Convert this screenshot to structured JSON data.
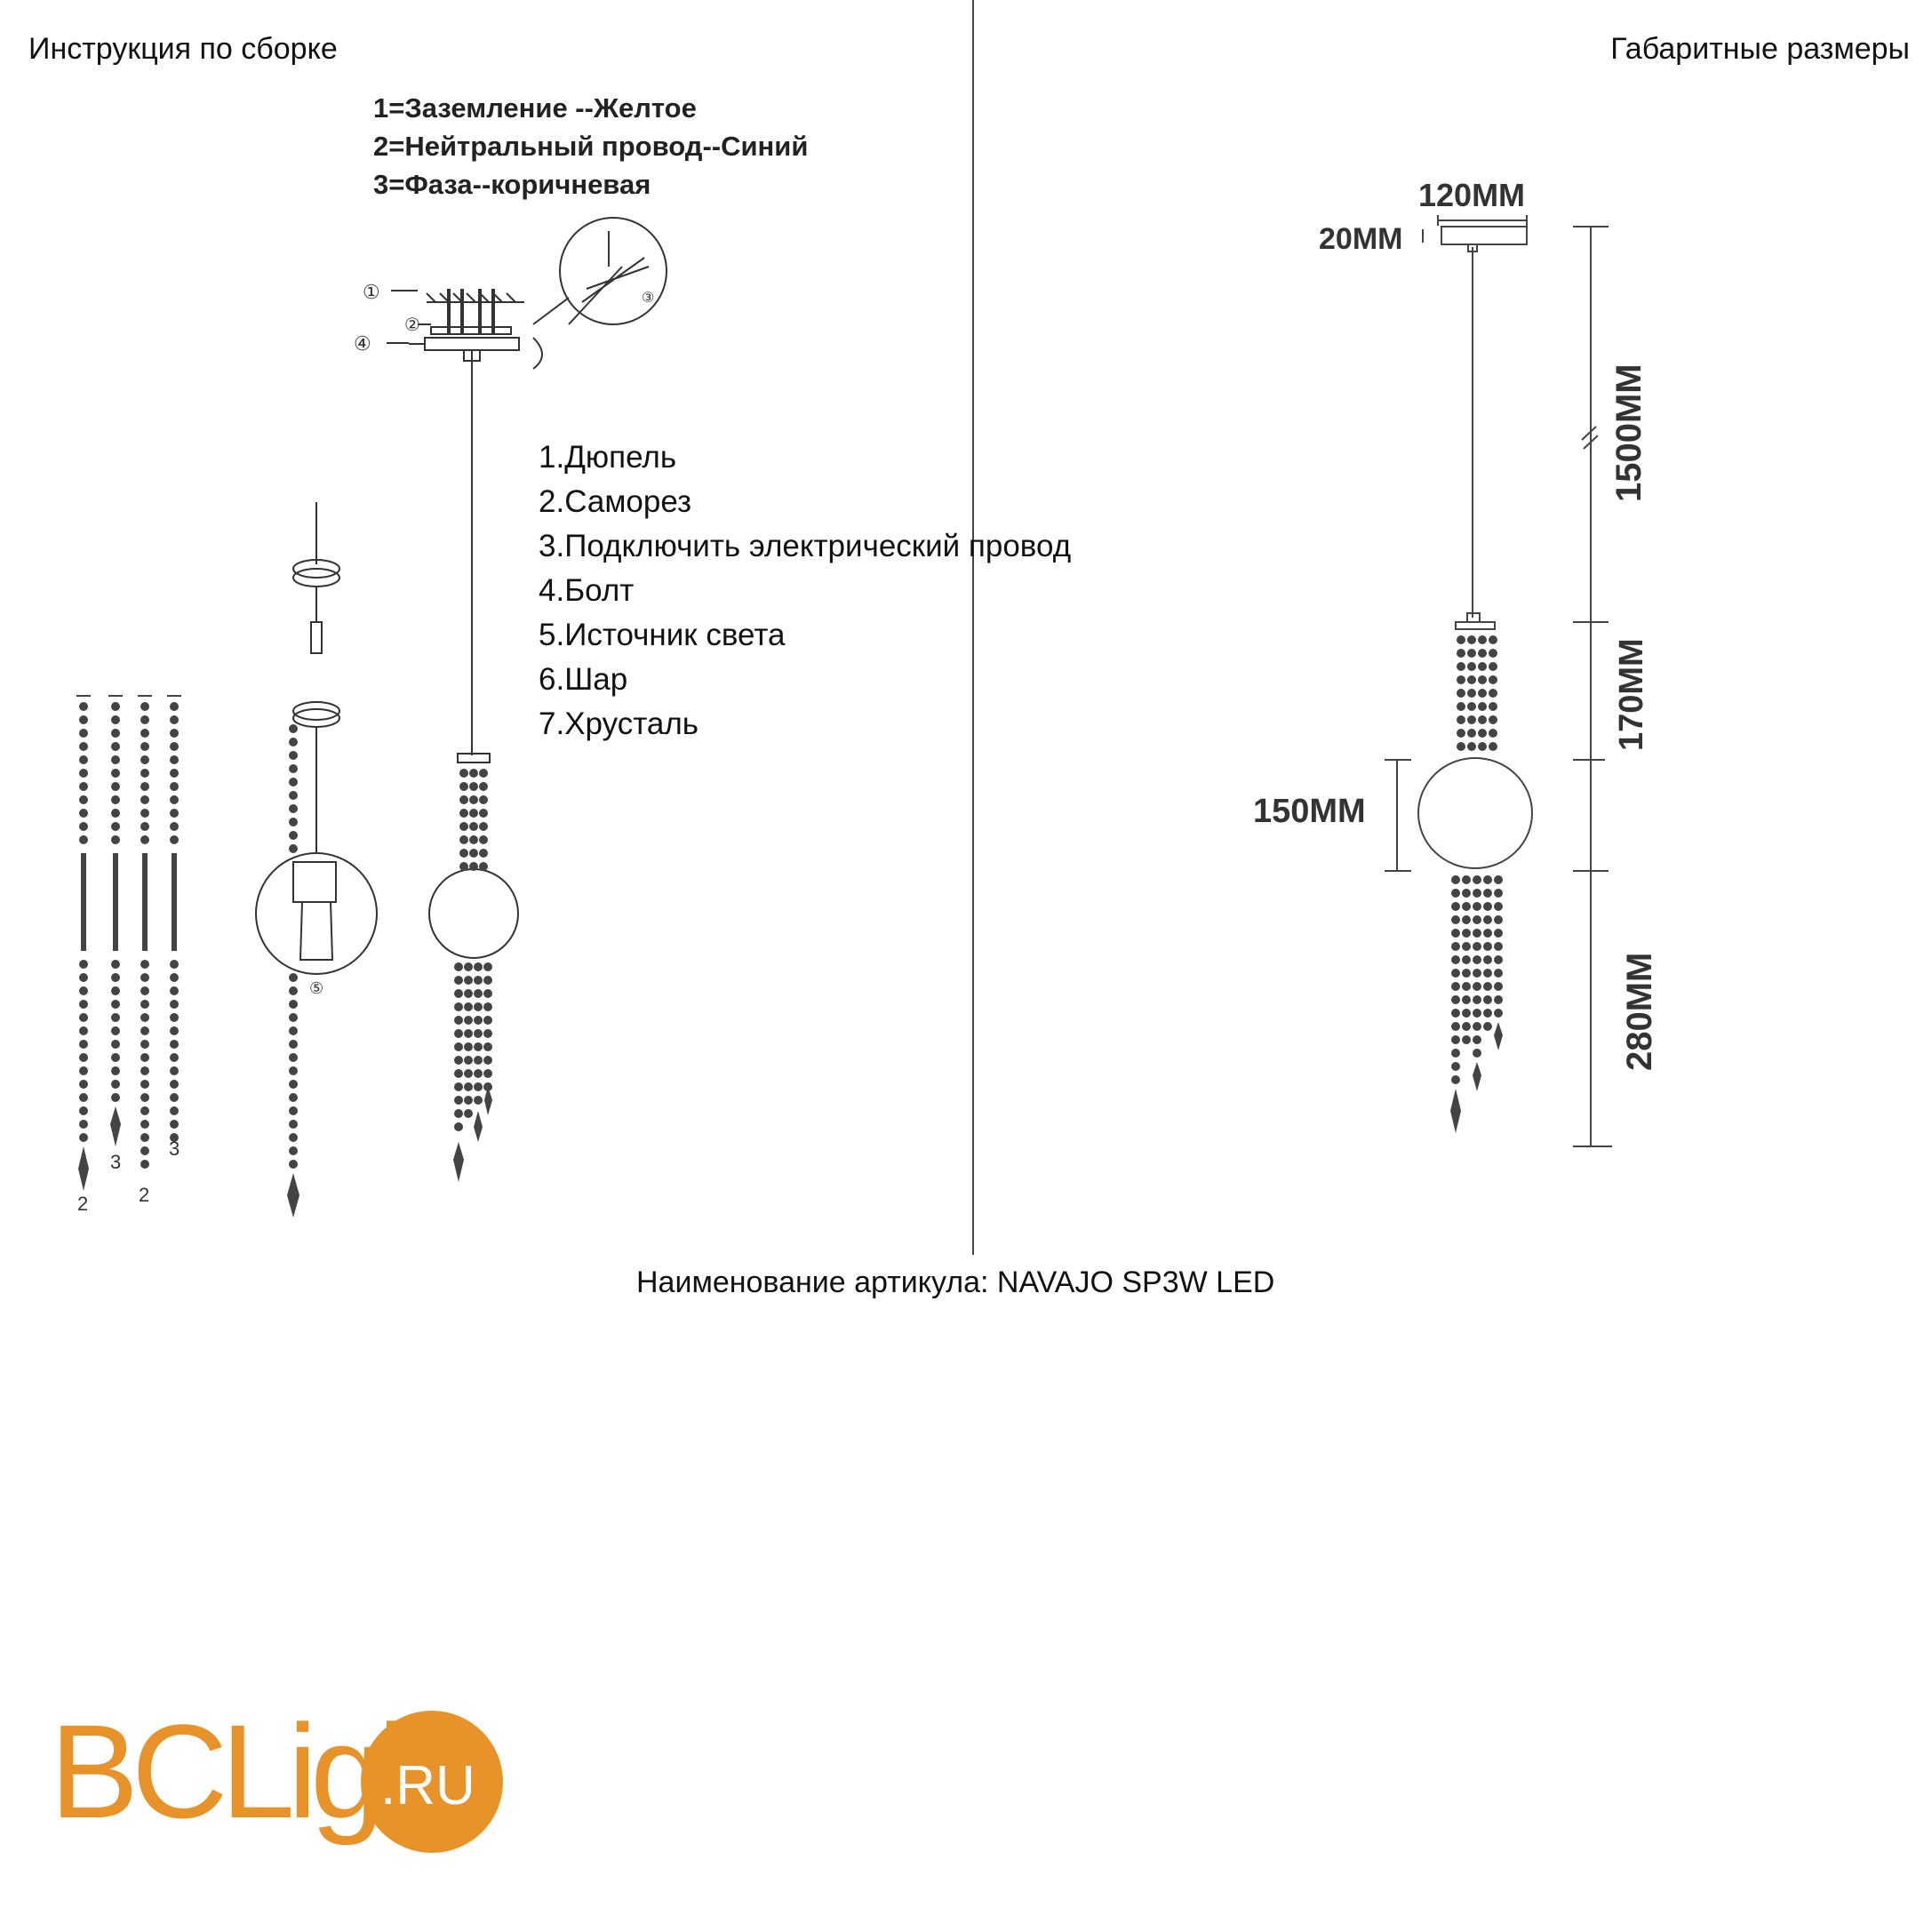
{
  "headers": {
    "left": "Инструкция по сборке",
    "right": "Габаритные размеры"
  },
  "wiring": [
    "1=Заземление --Желтое",
    "2=Нейтральный провод--Синий",
    "3=Фаза--коричневая"
  ],
  "parts": [
    "1.Дюпель",
    "2.Саморез",
    "3.Подключить электрический провод",
    "4.Болт",
    "5.Источник света",
    "6.Шар",
    "7.Хрусталь"
  ],
  "callouts": {
    "c1": "①",
    "c2": "②",
    "c4": "④",
    "c3": "③",
    "c5": "⑤",
    "chain_labels": [
      "2",
      "3",
      "2",
      "3"
    ]
  },
  "dimensions": {
    "canopy_width": "120MM",
    "canopy_height": "20MM",
    "cable": "1500MM",
    "top_crystals": "170MM",
    "ball": "150MM",
    "bottom_crystals": "280MM"
  },
  "article": "Наименование артикула: NAVAJO SP3W LED",
  "logo": {
    "text": "BCLight",
    "badge": ".RU",
    "color": "#e8922a"
  }
}
